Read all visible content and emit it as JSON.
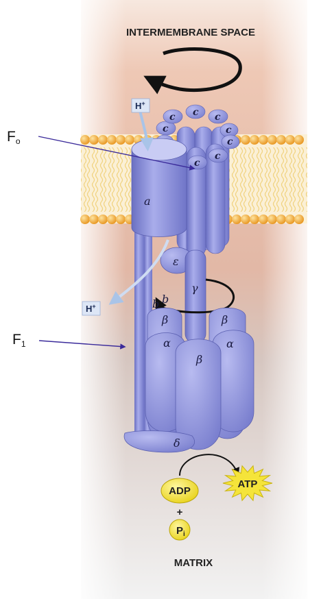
{
  "regions": {
    "top": "INTERMEMBRANE SPACE",
    "bottom": "MATRIX"
  },
  "side_labels": {
    "fo": {
      "main": "F",
      "sub": "o"
    },
    "f1": {
      "main": "F",
      "sub": "1"
    }
  },
  "proton": {
    "main": "H",
    "sup": "+"
  },
  "subunits": {
    "a": "a",
    "c": "c",
    "b": "b",
    "epsilon": "ε",
    "gamma": "γ",
    "alpha": "α",
    "beta": "β",
    "delta": "δ"
  },
  "molecules": {
    "adp": "ADP",
    "plus": "+",
    "pi_main": "P",
    "pi_sub": "i",
    "atp": "ATP"
  },
  "colors": {
    "protein": "#8f93dd",
    "protein_light": "#b6b9ee",
    "protein_dark": "#6a6fc2",
    "membrane_lipid": "#f2a73a",
    "molecule_yellow": "#f5e43a",
    "pointer": "#3a2a9a"
  }
}
